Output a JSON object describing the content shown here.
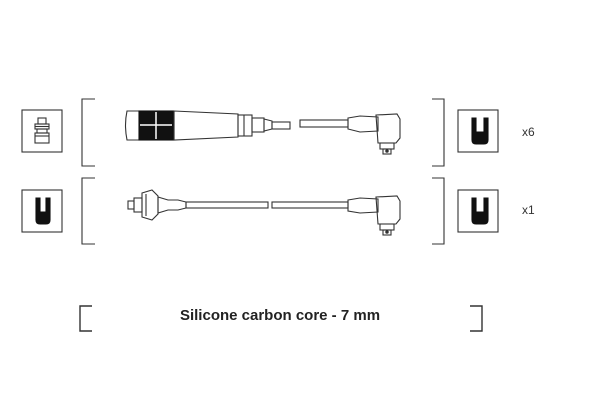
{
  "cables": [
    {
      "quantity": "x6",
      "left_terminal": "spark-plug-terminal",
      "right_terminal": "distributor-terminal"
    },
    {
      "quantity": "x1",
      "left_terminal": "ignition-coil-terminal",
      "right_terminal": "distributor-terminal"
    }
  ],
  "caption": "Silicone carbon core - 7 mm",
  "colors": {
    "line": "#333333",
    "fill": "#111111",
    "text": "#222222"
  }
}
